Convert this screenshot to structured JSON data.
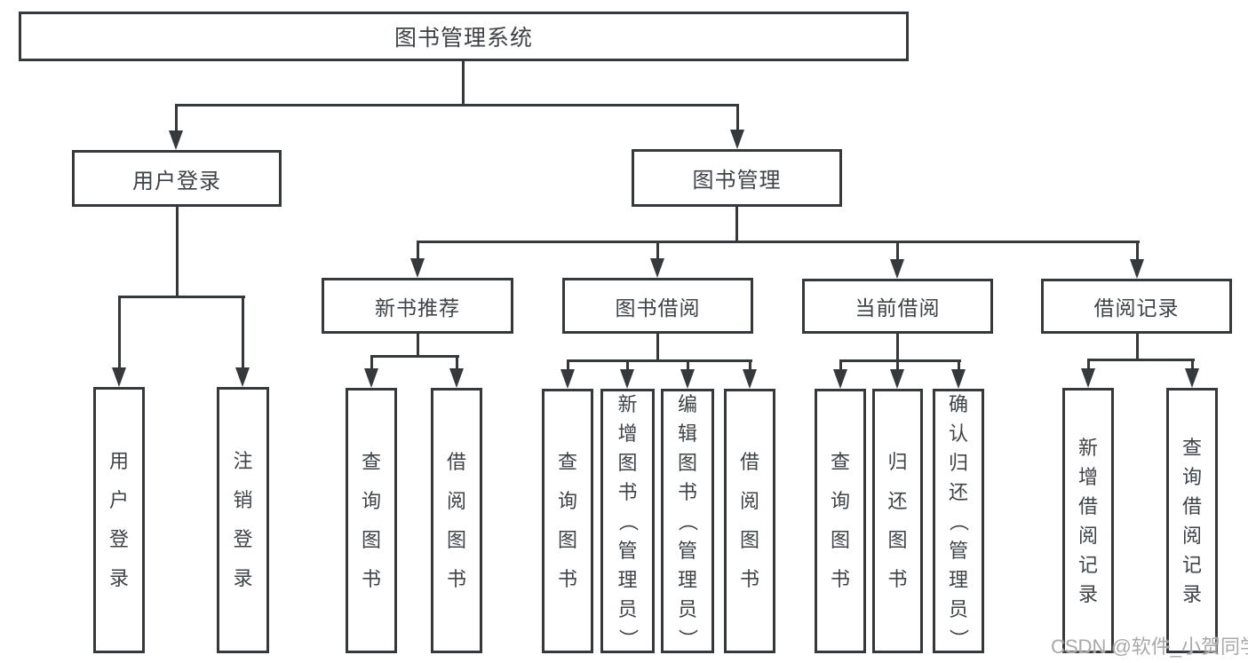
{
  "diagram": {
    "root": "图书管理系统",
    "level1": {
      "user_login": "用户登录",
      "book_mgmt": "图书管理"
    },
    "level2": {
      "new_books": "新书推荐",
      "book_borrow": "图书借阅",
      "current_borrow": "当前借阅",
      "borrow_records": "借阅记录"
    },
    "leaves": {
      "user_login": "用户登录",
      "logout": "注销登录",
      "nb_query": "查询图书",
      "nb_borrow": "借阅图书",
      "bb_query": "查询图书",
      "bb_add": "新增图书（管理员）",
      "bb_edit": "编辑图书（管理员）",
      "bb_borrow": "借阅图书",
      "cb_query": "查询图书",
      "cb_return": "归还图书",
      "cb_confirm": "确认归还（管理员）",
      "br_add": "新增借阅记录",
      "br_query": "查询借阅记录"
    }
  },
  "watermark": "CSDN @软件_小贺同学",
  "colors": {
    "line": "#35393c",
    "text": "#3e4347",
    "watermark": "#a9a9a9",
    "background": "#ffffff"
  }
}
